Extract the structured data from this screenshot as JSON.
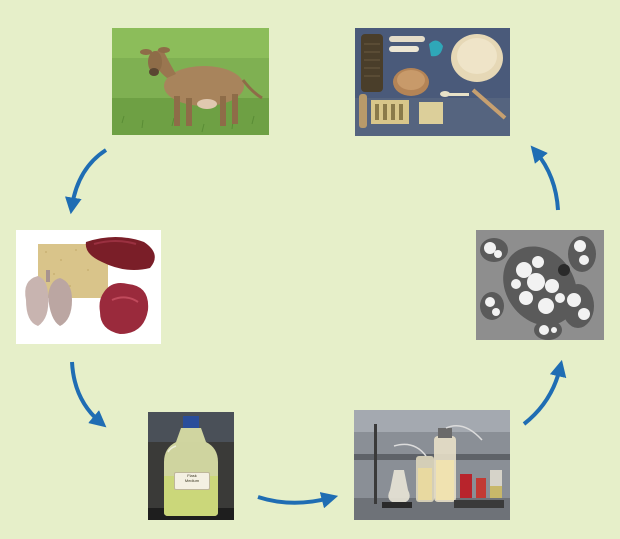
{
  "background_color": "#e6efc9",
  "arrow_color": "#1f6db3",
  "stages": [
    {
      "id": "cow",
      "icon": "cow-photo"
    },
    {
      "id": "animal-byproducts",
      "icon": "organs-photo"
    },
    {
      "id": "culture-medium",
      "icon": "medium-bottle-photo",
      "bottle_label_line1": "Flask",
      "bottle_label_line2": "Medium"
    },
    {
      "id": "fermenter",
      "icon": "bioreactor-photo"
    },
    {
      "id": "microbial-cells",
      "icon": "micrograph-photo"
    },
    {
      "id": "bioplastic-products",
      "icon": "plastic-items-photo"
    }
  ],
  "flow": [
    "cow",
    "animal-byproducts",
    "culture-medium",
    "fermenter",
    "microbial-cells",
    "bioplastic-products"
  ]
}
